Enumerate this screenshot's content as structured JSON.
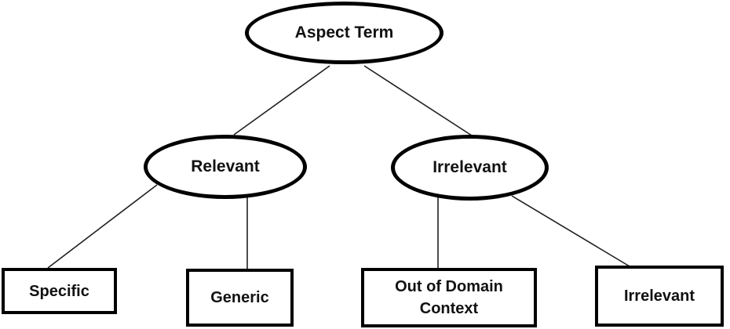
{
  "diagram": {
    "type": "tree",
    "background": "#ffffff",
    "colors": {
      "node_stroke": "#000000",
      "node_fill": "#ffffff",
      "edge_line": "#1f1f1f",
      "text": "#111111"
    },
    "nodes": {
      "root": {
        "label": "Aspect Term",
        "shape": "ellipse",
        "level": 0
      },
      "relevant": {
        "label": "Relevant",
        "shape": "ellipse",
        "level": 1
      },
      "irrelevant": {
        "label": "Irrelevant",
        "shape": "ellipse",
        "level": 1
      },
      "specific": {
        "label": "Specific",
        "shape": "rect",
        "level": 2
      },
      "generic": {
        "label": "Generic",
        "shape": "rect",
        "level": 2
      },
      "out_of_domain": {
        "label": "Out of Domain Context",
        "shape": "rect",
        "level": 2
      },
      "irrelevant_leaf": {
        "label": "Irrelevant",
        "shape": "rect",
        "level": 2
      }
    },
    "edges": [
      {
        "from": "root",
        "to": "relevant"
      },
      {
        "from": "root",
        "to": "irrelevant"
      },
      {
        "from": "relevant",
        "to": "specific"
      },
      {
        "from": "relevant",
        "to": "generic"
      },
      {
        "from": "irrelevant",
        "to": "out_of_domain"
      },
      {
        "from": "irrelevant",
        "to": "irrelevant_leaf"
      }
    ]
  }
}
